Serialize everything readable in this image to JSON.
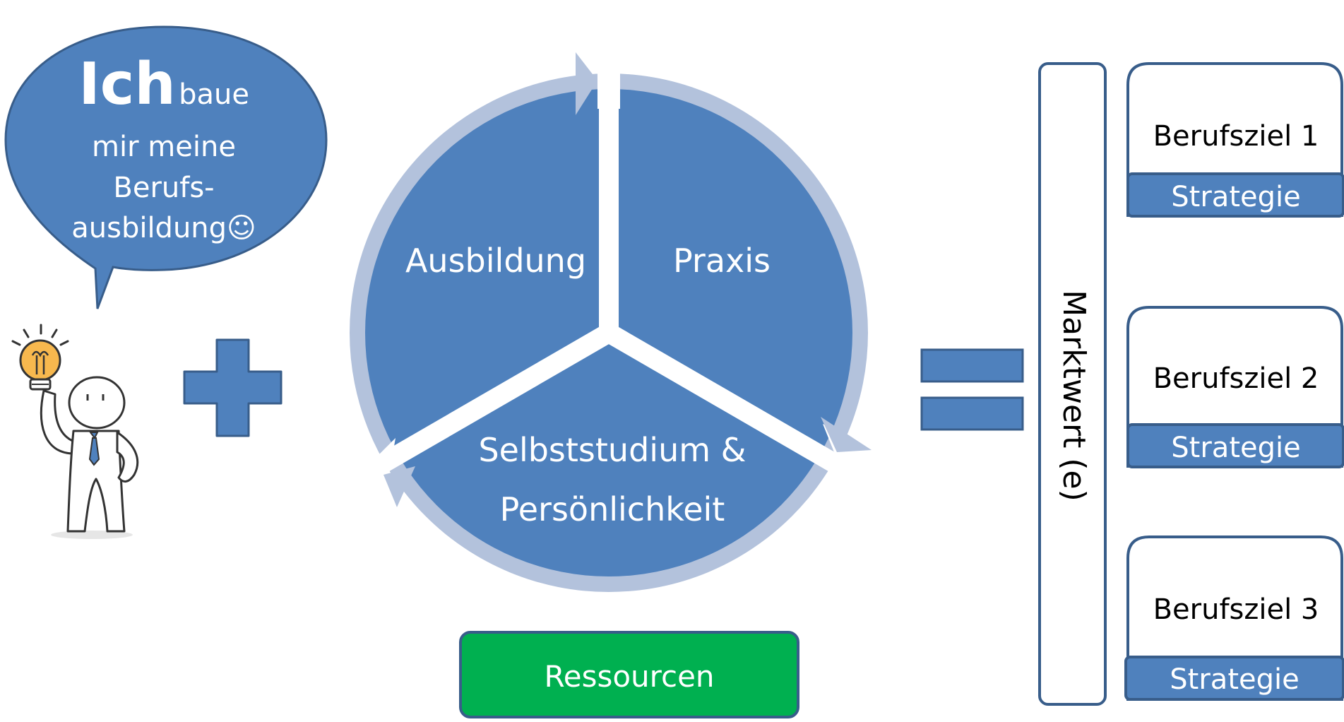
{
  "speech_bubble": {
    "big": "Ich",
    "line1": "baue",
    "line2": "mir meine",
    "line3": "Berufs-",
    "line4": "ausbildung☺"
  },
  "cycle": {
    "segment_top_left": "Ausbildung",
    "segment_top_right": "Praxis",
    "segment_bottom_line1": "Selbststudium &",
    "segment_bottom_line2": "Persönlichkeit"
  },
  "resources_label": "Ressourcen",
  "market_value_label": "Marktwert (e)",
  "goals": [
    {
      "title": "Berufsziel 1",
      "strategy": "Strategie"
    },
    {
      "title": "Berufsziel 2",
      "strategy": "Strategie"
    },
    {
      "title": "Berufsziel 3",
      "strategy": "Strategie"
    }
  ],
  "colors": {
    "primary_blue": "#4f81bd",
    "dark_blue": "#385d8a",
    "light_ring": "#b3c2dc",
    "resources_green": "#00b050",
    "bulb_orange": "#f7b84e"
  }
}
